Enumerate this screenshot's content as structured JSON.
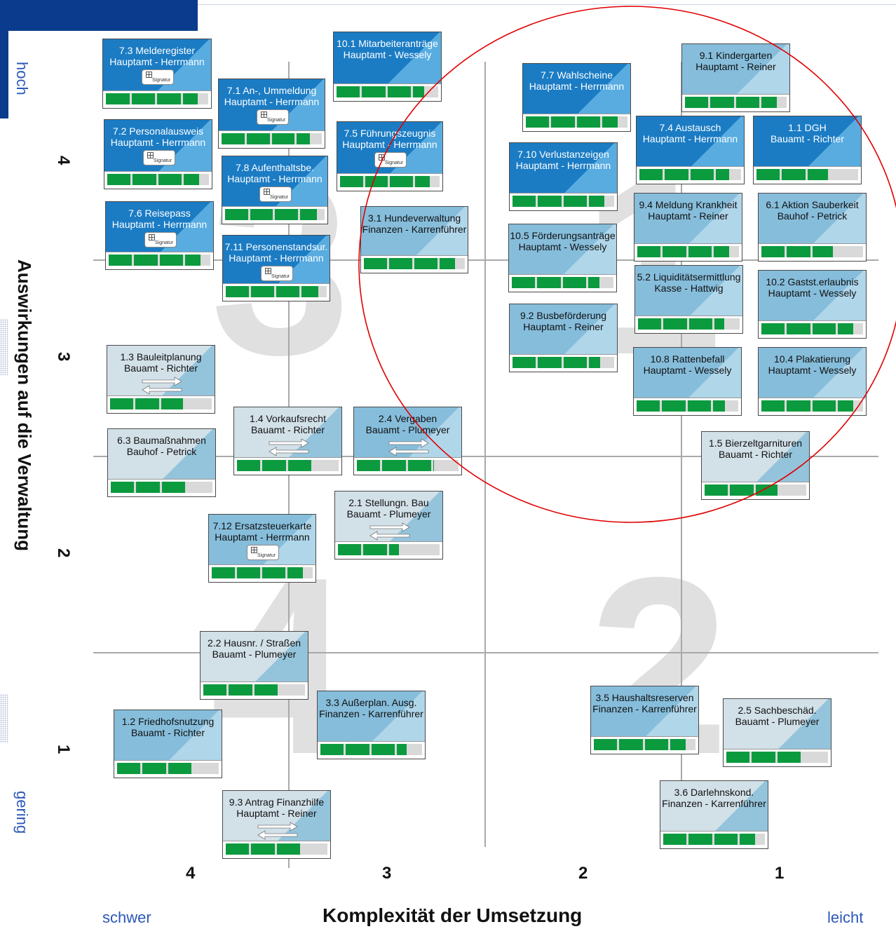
{
  "y_axis": {
    "title": "Auswirkungen auf die Verwaltung",
    "high": "hoch",
    "low": "gering",
    "ticks": [
      "4",
      "3",
      "2",
      "1"
    ]
  },
  "x_axis": {
    "title": "Komplexität der Umsetzung",
    "left": "schwer",
    "right": "leicht",
    "ticks": [
      "4",
      "3",
      "2",
      "1"
    ]
  },
  "quadrant_numbers": [
    "3",
    "1",
    "4",
    "2"
  ],
  "signature_label": "Signatur",
  "colors": {
    "dark_card": "#1f8ad0",
    "mid_card": "#8fc0dc",
    "light_card": "#cfdfe8",
    "progress": "#0c9a3f",
    "highlight_circle": "#e00000"
  },
  "cards": [
    {
      "id": "7.3",
      "line1": "7.3 Melderegister",
      "line2": "Hauptamt - Herrmann",
      "style": "dark",
      "icon": "signature",
      "progress": 0.9
    },
    {
      "id": "10.1",
      "line1": "10.1 Mitarbeiteranträge",
      "line2": "Hauptamt - Wessely",
      "style": "dark",
      "icon": "",
      "progress": 0.86
    },
    {
      "id": "7.1",
      "line1": "7.1 An-, Ummeldung",
      "line2": "Hauptamt - Herrmann",
      "style": "dark",
      "icon": "signature",
      "progress": 0.88
    },
    {
      "id": "7.2",
      "line1": "7.2 Personalausweis",
      "line2": "Hauptamt - Herrmann",
      "style": "dark",
      "icon": "signature",
      "progress": 0.9
    },
    {
      "id": "7.5",
      "line1": "7.5 Führungszeugnis",
      "line2": "Hauptamt - Herrmann",
      "style": "dark",
      "icon": "signature",
      "progress": 0.9
    },
    {
      "id": "7.8",
      "line1": "7.8 Aufenthaltsbe.",
      "line2": "Hauptamt - Herrmann",
      "style": "dark",
      "icon": "signature",
      "progress": 0.92
    },
    {
      "id": "7.6",
      "line1": "7.6 Reisepass",
      "line2": "Hauptamt - Herrmann",
      "style": "dark",
      "icon": "signature",
      "progress": 0.9
    },
    {
      "id": "7.11",
      "line1": "7.11 Personenstandsur.",
      "line2": "Hauptamt - Herrmann",
      "style": "dark",
      "icon": "signature",
      "progress": 0.92
    },
    {
      "id": "3.1",
      "line1": "3.1 Hundeverwaltung",
      "line2": "Finanzen - Karrenführer",
      "style": "mid",
      "icon": "",
      "progress": 0.9
    },
    {
      "id": "7.7",
      "line1": "7.7 Wahlscheine",
      "line2": "Hauptamt - Herrmann",
      "style": "dark",
      "icon": "",
      "progress": 0.9
    },
    {
      "id": "9.1",
      "line1": "9.1 Kindergarten",
      "line2": "Hauptamt - Reiner",
      "style": "mid",
      "icon": "",
      "progress": 0.9
    },
    {
      "id": "7.4",
      "line1": "7.4 Austausch",
      "line2": "Hauptamt - Herrmann",
      "style": "dark",
      "icon": "",
      "progress": 0.88
    },
    {
      "id": "1.1",
      "line1": "1.1 DGH",
      "line2": "Bauamt - Richter",
      "style": "dark",
      "icon": "",
      "progress": 0.7
    },
    {
      "id": "7.10",
      "line1": "7.10 Verlustanzeigen",
      "line2": "Hauptamt - Herrmann",
      "style": "dark",
      "icon": "",
      "progress": 0.9
    },
    {
      "id": "9.4",
      "line1": "9.4 Meldung Krankheit",
      "line2": "Hauptamt - Reiner",
      "style": "mid",
      "icon": "",
      "progress": 0.9
    },
    {
      "id": "6.1",
      "line1": "6.1 Aktion Sauberkeit",
      "line2": "Bauhof - Petrick",
      "style": "mid",
      "icon": "",
      "progress": 0.7
    },
    {
      "id": "10.5",
      "line1": "10.5 Förderungsanträge",
      "line2": "Hauptamt - Wessely",
      "style": "mid",
      "icon": "",
      "progress": 0.86
    },
    {
      "id": "5.2",
      "line1": "5.2 Liquiditätsermittlung",
      "line2": "Kasse - Hattwig",
      "style": "mid",
      "icon": "",
      "progress": 0.85
    },
    {
      "id": "10.2",
      "line1": "10.2 Gastst.erlaubnis",
      "line2": "Hauptamt - Wessely",
      "style": "mid",
      "icon": "",
      "progress": 0.9
    },
    {
      "id": "9.2",
      "line1": "9.2 Busbeförderung",
      "line2": "Hauptamt - Reiner",
      "style": "mid",
      "icon": "",
      "progress": 0.86
    },
    {
      "id": "10.8",
      "line1": "10.8 Rattenbefall",
      "line2": "Hauptamt - Wessely",
      "style": "mid",
      "icon": "",
      "progress": 0.87
    },
    {
      "id": "10.4",
      "line1": "10.4 Plakatierung",
      "line2": "Hauptamt - Wessely",
      "style": "mid",
      "icon": "",
      "progress": 0.9
    },
    {
      "id": "1.3",
      "line1": "1.3 Bauleitplanung",
      "line2": "Bauamt - Richter",
      "style": "light",
      "icon": "arrows",
      "progress": 0.72
    },
    {
      "id": "1.4",
      "line1": "1.4 Vorkaufsrecht",
      "line2": "Bauamt - Richter",
      "style": "light",
      "icon": "arrows",
      "progress": 0.74
    },
    {
      "id": "2.4",
      "line1": "2.4 Vergaben",
      "line2": "Bauamt - Plumeyer",
      "style": "mid",
      "icon": "arrows",
      "progress": 0.76
    },
    {
      "id": "6.3",
      "line1": "6.3 Baumaßnahmen",
      "line2": "Bauhof - Petrick",
      "style": "light",
      "icon": "",
      "progress": 0.74
    },
    {
      "id": "1.5",
      "line1": "1.5 Bierzeltgarnituren",
      "line2": "Bauamt - Richter",
      "style": "light",
      "icon": "",
      "progress": 0.72
    },
    {
      "id": "2.1",
      "line1": "2.1 Stellungn. Bau",
      "line2": "Bauamt - Plumeyer",
      "style": "light",
      "icon": "arrows",
      "progress": 0.6
    },
    {
      "id": "7.12",
      "line1": "7.12 Ersatzsteuerkarte",
      "line2": "Hauptamt - Herrmann",
      "style": "mid",
      "icon": "signature",
      "progress": 0.9
    },
    {
      "id": "2.2",
      "line1": "2.2 Hausnr. / Straßen",
      "line2": "Bauamt - Plumeyer",
      "style": "light",
      "icon": "",
      "progress": 0.74
    },
    {
      "id": "3.3",
      "line1": "3.3 Außerplan. Ausg.",
      "line2": "Finanzen - Karrenführer",
      "style": "mid",
      "icon": "",
      "progress": 0.85
    },
    {
      "id": "1.2",
      "line1": "1.2 Friedhofsnutzung",
      "line2": "Bauamt - Richter",
      "style": "mid",
      "icon": "",
      "progress": 0.74
    },
    {
      "id": "3.5",
      "line1": "3.5 Haushaltsreserven",
      "line2": "Finanzen - Karrenführer",
      "style": "mid",
      "icon": "",
      "progress": 0.9
    },
    {
      "id": "2.5",
      "line1": "2.5 Sachbeschäd.",
      "line2": "Bauamt - Plumeyer",
      "style": "light",
      "icon": "",
      "progress": 0.73
    },
    {
      "id": "9.3",
      "line1": "9.3 Antrag Finanzhilfe",
      "line2": "Hauptamt - Reiner",
      "style": "light",
      "icon": "arrows",
      "progress": 0.74
    },
    {
      "id": "3.6",
      "line1": "3.6 Darlehnskond.",
      "line2": "Finanzen - Karrenführer",
      "style": "light",
      "icon": "",
      "progress": 0.9
    }
  ]
}
